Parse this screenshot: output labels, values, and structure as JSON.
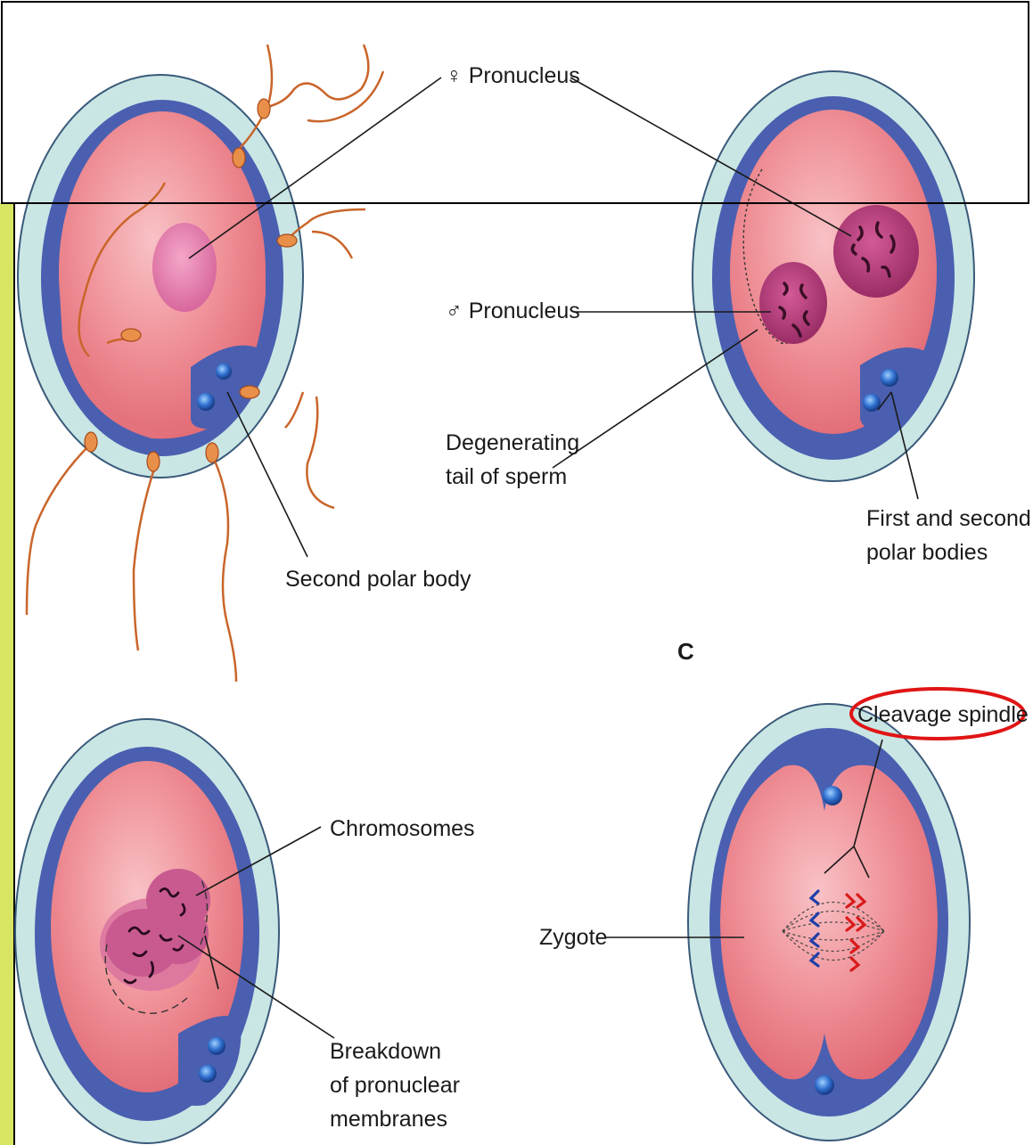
{
  "labels": {
    "female_pronucleus": "♀ Pronucleus",
    "male_pronucleus": "♂ Pronucleus",
    "degenerating_tail_line1": "Degenerating",
    "degenerating_tail_line2": "tail of sperm",
    "second_polar_body": "Second polar body",
    "polar_bodies_line1": "First and second",
    "polar_bodies_line2": "polar bodies",
    "panel_c": "C",
    "cleavage_spindle": "Cleavage spindle",
    "chromosomes": "Chromosomes",
    "zygote": "Zygote",
    "breakdown_line1": "Breakdown",
    "breakdown_line2": "of pronuclear",
    "breakdown_line3": "membranes"
  },
  "colors": {
    "zona": "#c9e6e4",
    "zona_edge": "#3a5a7a",
    "membrane_blue": "#4a5fb0",
    "cytoplasm": "#ea7f86",
    "cytoplasm_light": "#f6b7bd",
    "pronucleus": "#b23d78",
    "polar_body": "#2f6fcf",
    "sperm": "#e8904a",
    "left_bar": "#d7e563",
    "highlight_ring": "#e01515",
    "chromosome_red": "#d91a1a",
    "chromosome_blue": "#1d3fa8"
  }
}
